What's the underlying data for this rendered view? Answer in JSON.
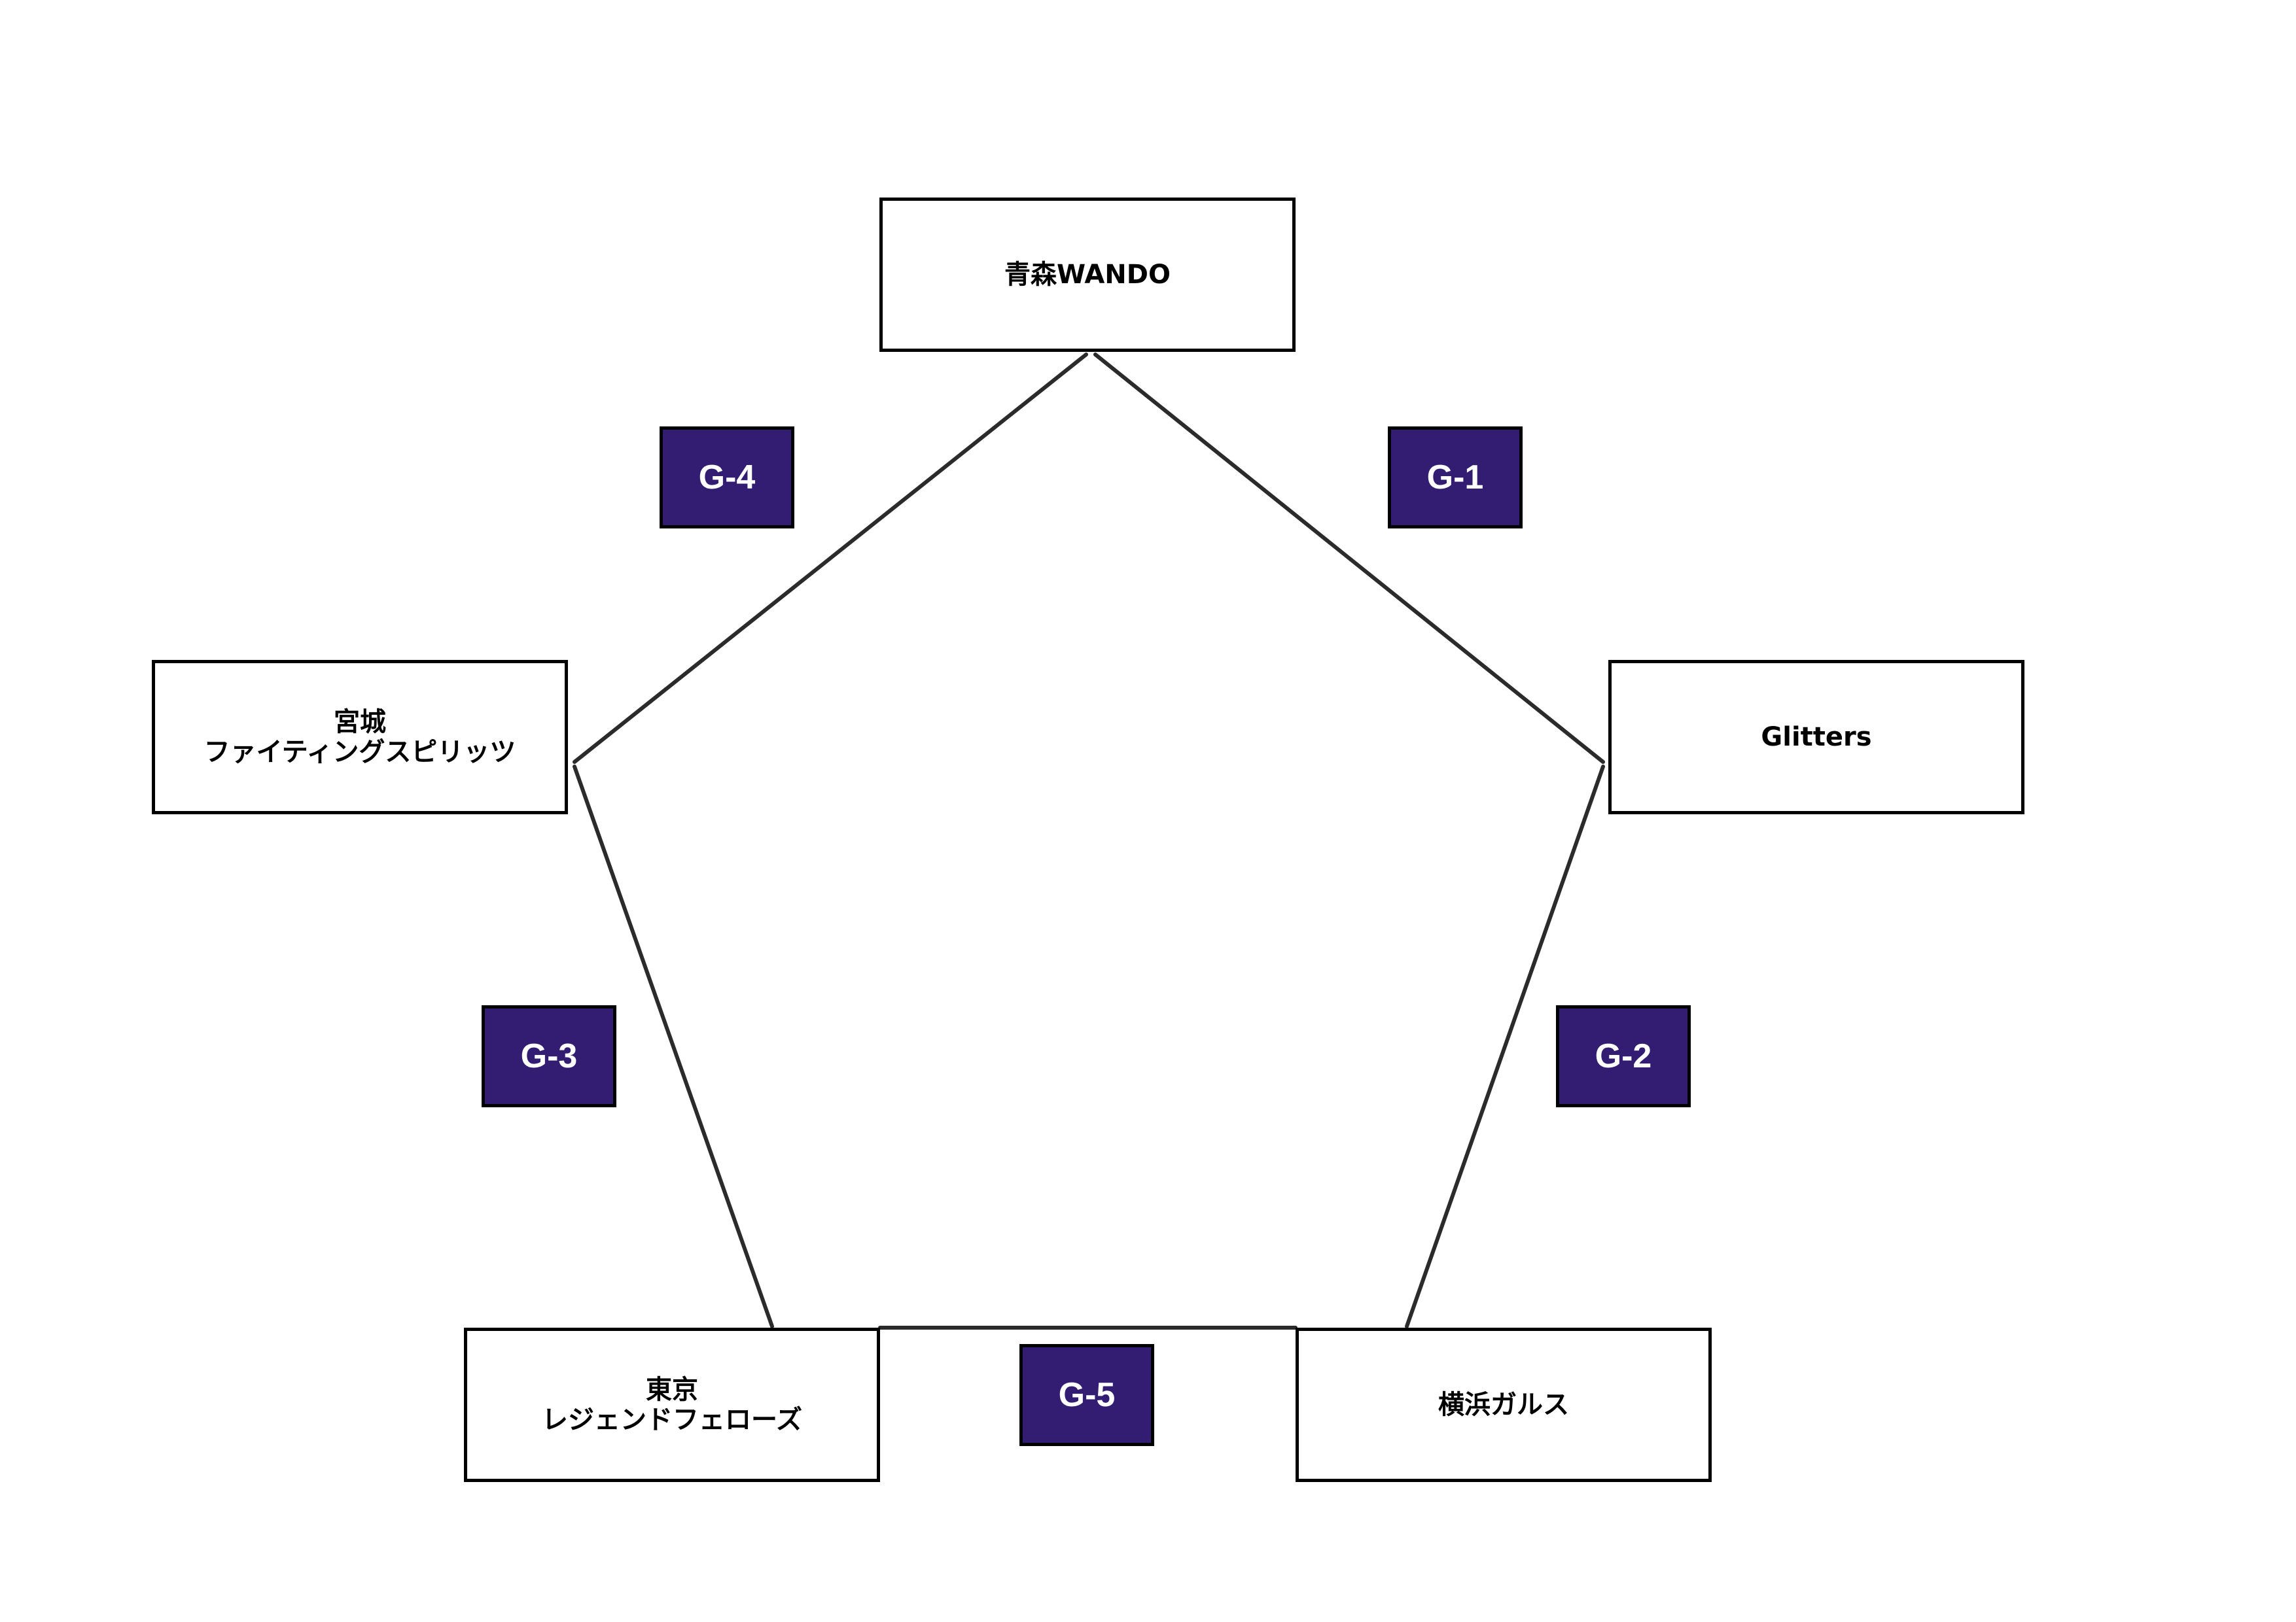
{
  "colors": {
    "badge_fill": "#321d72",
    "line": "#2b2b2b",
    "box_border": "#000000"
  },
  "teams": {
    "aomori": {
      "line1": "青森WANDO",
      "line2": ""
    },
    "glitters": {
      "line1": "Glitters",
      "line2": ""
    },
    "yokohama": {
      "line1": "横浜ガルス",
      "line2": ""
    },
    "tokyo": {
      "line1": "東京",
      "line2": "レジェンドフェローズ"
    },
    "miyagi": {
      "line1": "宮城",
      "line2": "ファイティングスピリッツ"
    }
  },
  "matches": {
    "g1": "G-1",
    "g2": "G-2",
    "g3": "G-3",
    "g4": "G-4",
    "g5": "G-5"
  }
}
